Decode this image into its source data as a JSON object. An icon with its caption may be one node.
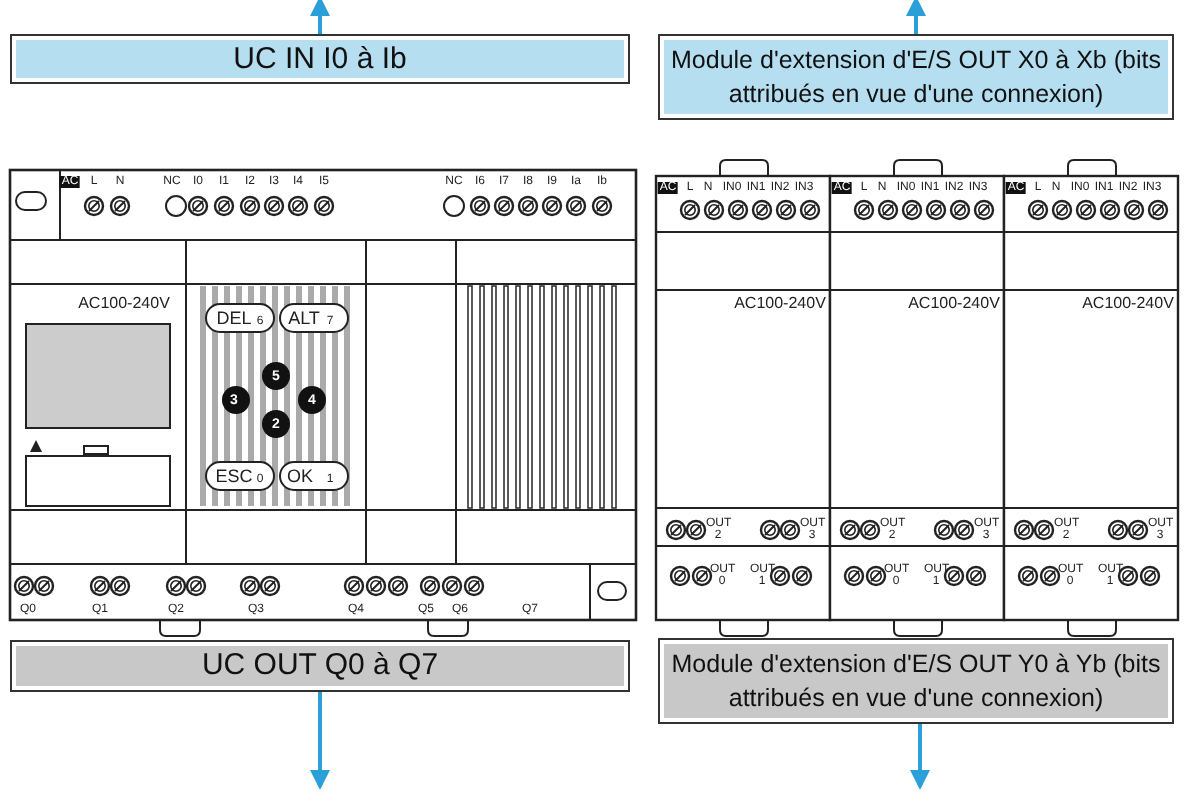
{
  "diagram": {
    "nodes": [
      {
        "text": [
          "UC IN I0 à Ib"
        ]
      },
      {
        "text": [
          "Module d'extension d'E/S OUT X0 à Xb (bits attribués en vue d'une connexion)"
        ]
      },
      {
        "text": [
          "UC OUT Q0 à Q7"
        ]
      },
      {
        "text": [
          "Module d'extension d'E/S OUT Y0 à Yb (bits attribués en vue d'une connexion)"
        ]
      }
    ],
    "edges": [
      {
        "from": 0,
        "to": null,
        "arrow": "to",
        "color": "#2a9fd8"
      },
      {
        "from": 1,
        "to": null,
        "arrow": "to",
        "color": "#2a9fd8"
      },
      {
        "from": 2,
        "to": null,
        "arrow": "to",
        "color": "#2a9fd8"
      },
      {
        "from": 3,
        "to": null,
        "arrow": "to",
        "color": "#2a9fd8"
      }
    ],
    "labels": [
      "AC",
      "L",
      "N",
      "NC",
      "I0",
      "I1",
      "I2",
      "I3",
      "I4",
      "I5",
      "NC",
      "I6",
      "I7",
      "I8",
      "I9",
      "Ia",
      "Ib",
      "AC100-240V",
      "DEL",
      "6",
      "ALT",
      "7",
      "5",
      "3",
      "4",
      "2",
      "ESC",
      "0",
      "OK",
      "1",
      "Q0",
      "Q1",
      "Q2",
      "Q3",
      "Q4",
      "Q5",
      "Q6",
      "Q7",
      "AC",
      "L",
      "N",
      "IN0",
      "IN1",
      "IN2",
      "IN3",
      "AC100-240V",
      "OUT 2",
      "OUT 3",
      "OUT 0",
      "OUT 1",
      "AC",
      "L",
      "N",
      "IN0",
      "IN1",
      "IN2",
      "IN3",
      "AC100-240V",
      "OUT 2",
      "OUT 3",
      "OUT 0",
      "OUT 1",
      "AC",
      "L",
      "N",
      "IN0",
      "IN1",
      "IN2",
      "IN3",
      "AC100-240V",
      "OUT 2",
      "OUT 3",
      "OUT 0",
      "OUT 1"
    ]
  }
}
